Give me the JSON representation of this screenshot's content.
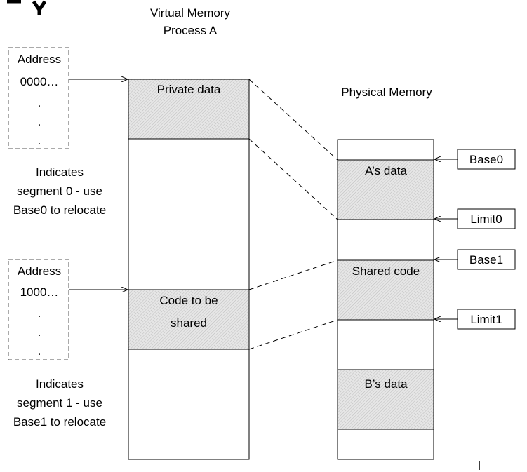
{
  "virtual_memory": {
    "title_line1": "Virtual Memory",
    "title_line2": "Process A",
    "private_data": "Private data",
    "code_shared_line1": "Code to be",
    "code_shared_line2": "shared"
  },
  "physical_memory": {
    "title": "Physical Memory",
    "a_data": "A’s data",
    "shared_code": "Shared code",
    "b_data": "B’s data"
  },
  "registers": {
    "base0": "Base0",
    "limit0": "Limit0",
    "base1": "Base1",
    "limit1": "Limit1"
  },
  "address0": {
    "line1": "Address",
    "line2": "0000…",
    "dot": "."
  },
  "address1": {
    "line1": "Address",
    "line2": "1000…",
    "dot": "."
  },
  "note0": {
    "line1": "Indicates",
    "line2": "segment 0 - use",
    "line3": "Base0 to relocate"
  },
  "note1": {
    "line1": "Indicates",
    "line2": "segment 1 - use",
    "line3": "Base1 to relocate"
  },
  "corner_mark": "l"
}
